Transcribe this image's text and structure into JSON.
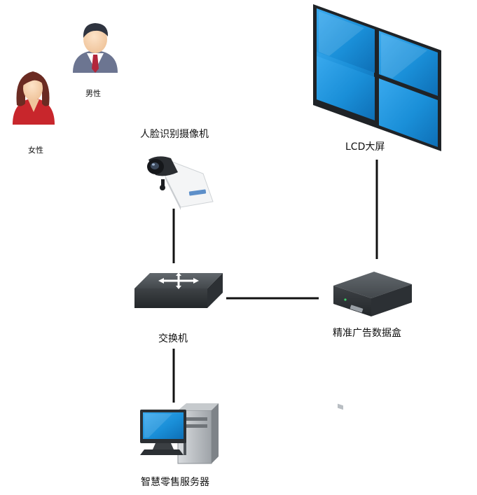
{
  "nodes": {
    "male": {
      "label": "男性"
    },
    "female": {
      "label": "女性"
    },
    "camera": {
      "label": "人脸识别摄像机"
    },
    "lcd": {
      "label": "LCD大屏"
    },
    "switch": {
      "label": "交换机"
    },
    "databox": {
      "label": "精准广告数据盒"
    },
    "server": {
      "label": "智慧零售服务器"
    }
  },
  "connections": [
    {
      "from": "camera",
      "to": "switch"
    },
    {
      "from": "switch",
      "to": "databox"
    },
    {
      "from": "switch",
      "to": "server"
    },
    {
      "from": "lcd",
      "to": "databox"
    }
  ],
  "colors": {
    "screen_blue": "#1a8fd8",
    "line": "#111111",
    "device_dark": "#3b3f43",
    "female_red": "#c8262c",
    "male_suit": "#6c7591"
  }
}
